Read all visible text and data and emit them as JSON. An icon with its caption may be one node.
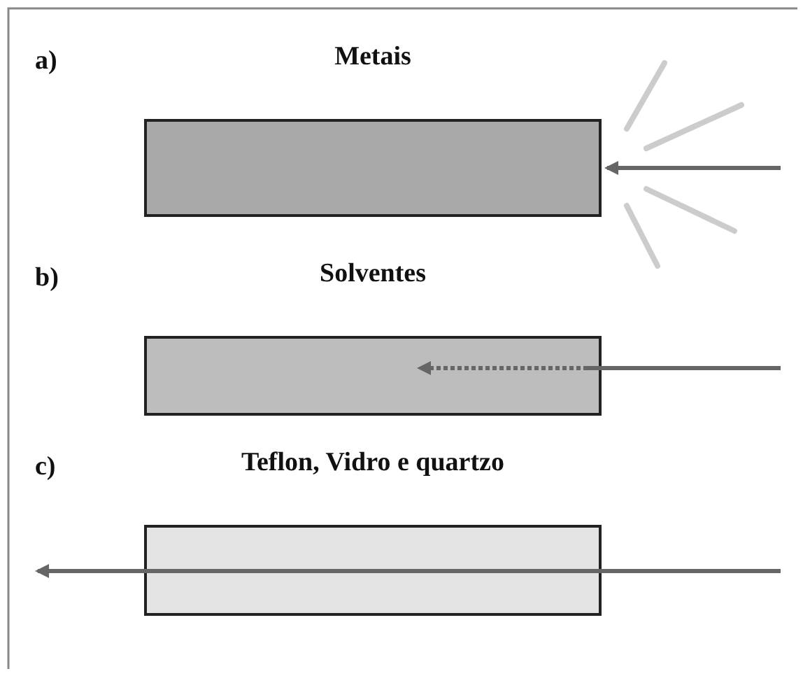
{
  "diagram": {
    "nodes": [
      {
        "text": [
          "Metais"
        ]
      },
      {
        "text": [
          "Solventes"
        ]
      },
      {
        "text": [
          "Teflon, Vidro e quartzo"
        ]
      }
    ],
    "labels": [
      "a)",
      "b)",
      "c)"
    ]
  }
}
